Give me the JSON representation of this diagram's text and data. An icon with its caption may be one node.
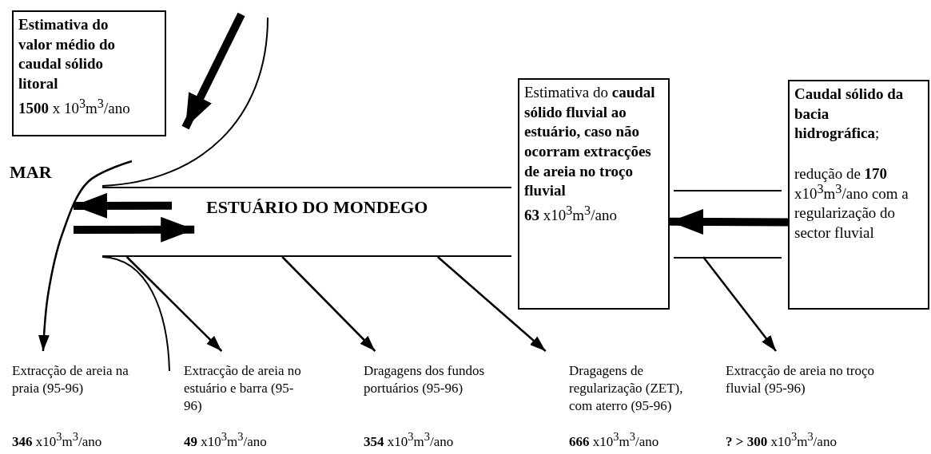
{
  "diagram": {
    "nodes": [
      {
        "text": [
          "Estimativa do valor médio do caudal sólido litoral",
          "**1500** x 10$^{3}$m$^{3}$/ano"
        ]
      },
      {
        "text": [
          "MAR"
        ]
      },
      {
        "text": [
          "ESTUÁRIO DO MONDEGO"
        ]
      },
      {
        "text": [
          "Estimativa do **caudal sólido fluvial ao estuário, caso não ocorram extracções de areia no troço fluvial**",
          "**63** x10$^{3}$m$^{3}$/ano"
        ]
      },
      {
        "text": [
          "**Caudal sólido da bacia hidrográfica**;",
          "redução de **170** x10$^{3}$m$^{3}$/ano com a regularização do sector fluvial"
        ]
      },
      {
        "text": [
          "Extracção de areia na praia (95-96)",
          "**346** x10$^{3}$m$^{3}$/ano"
        ]
      },
      {
        "text": [
          "Extracção de areia no estuário e barra (95-96)",
          "**49** x10$^{3}$m$^{3}$/ano"
        ]
      },
      {
        "text": [
          "Dragagens dos fundos portuários (95-96)",
          "**354** x10$^{3}$m$^{3}$/ano"
        ]
      },
      {
        "text": [
          "Dragagens de regularização (ZET), com aterro (95-96)",
          "**666** x10$^{3}$m$^{3}$/ano"
        ]
      },
      {
        "text": [
          "Extracção de areia no troço fluvial (95-96)",
          "**? > 300** x10$^{3}$m$^{3}$/ano"
        ]
      }
    ],
    "edges": [
      {
        "from": 2,
        "to": 1,
        "arrow": "to",
        "style": "thick"
      },
      {
        "from": null,
        "to": 2,
        "arrow": "to",
        "style": "thick"
      },
      {
        "from": null,
        "to": 5,
        "arrow": "to"
      },
      {
        "from": 2,
        "to": 6,
        "arrow": "to"
      },
      {
        "from": 2,
        "to": 7,
        "arrow": "to"
      },
      {
        "from": 2,
        "to": 8,
        "arrow": "to"
      },
      {
        "from": null,
        "to": 9,
        "arrow": "to"
      },
      {
        "from": 4,
        "to": 3,
        "arrow": "to",
        "style": "thick"
      }
    ]
  }
}
